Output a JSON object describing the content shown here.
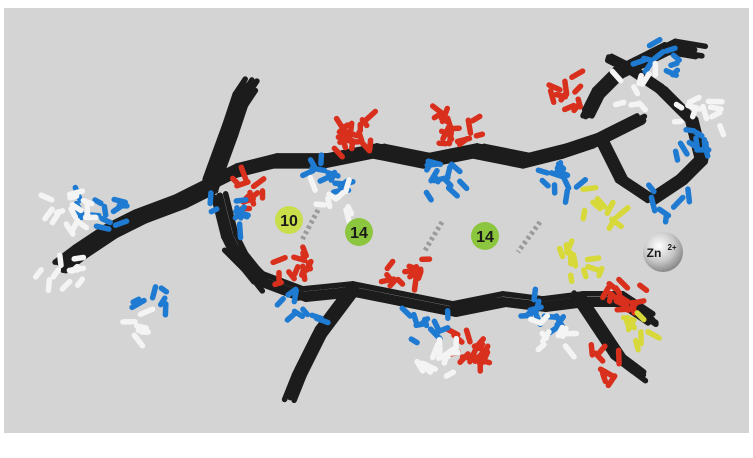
{
  "labels": {
    "ring_a": "10",
    "ring_b": "14",
    "ring_c": "14",
    "metal_symbol": "Zn",
    "metal_charge": "2+"
  },
  "colors": {
    "background_panel": "#d4d4d4",
    "carbon": "#1c1c1c",
    "nitrogen": "#1f7ad1",
    "oxygen": "#d8301c",
    "hydrogen": "#f4f4f4",
    "sulfur": "#d7d93a",
    "ring_10_badge": "#c9de4a",
    "ring_14_badge": "#8cc63e",
    "zinc": "#c8c8c8",
    "hbond_dash": "#9a9a9a"
  }
}
